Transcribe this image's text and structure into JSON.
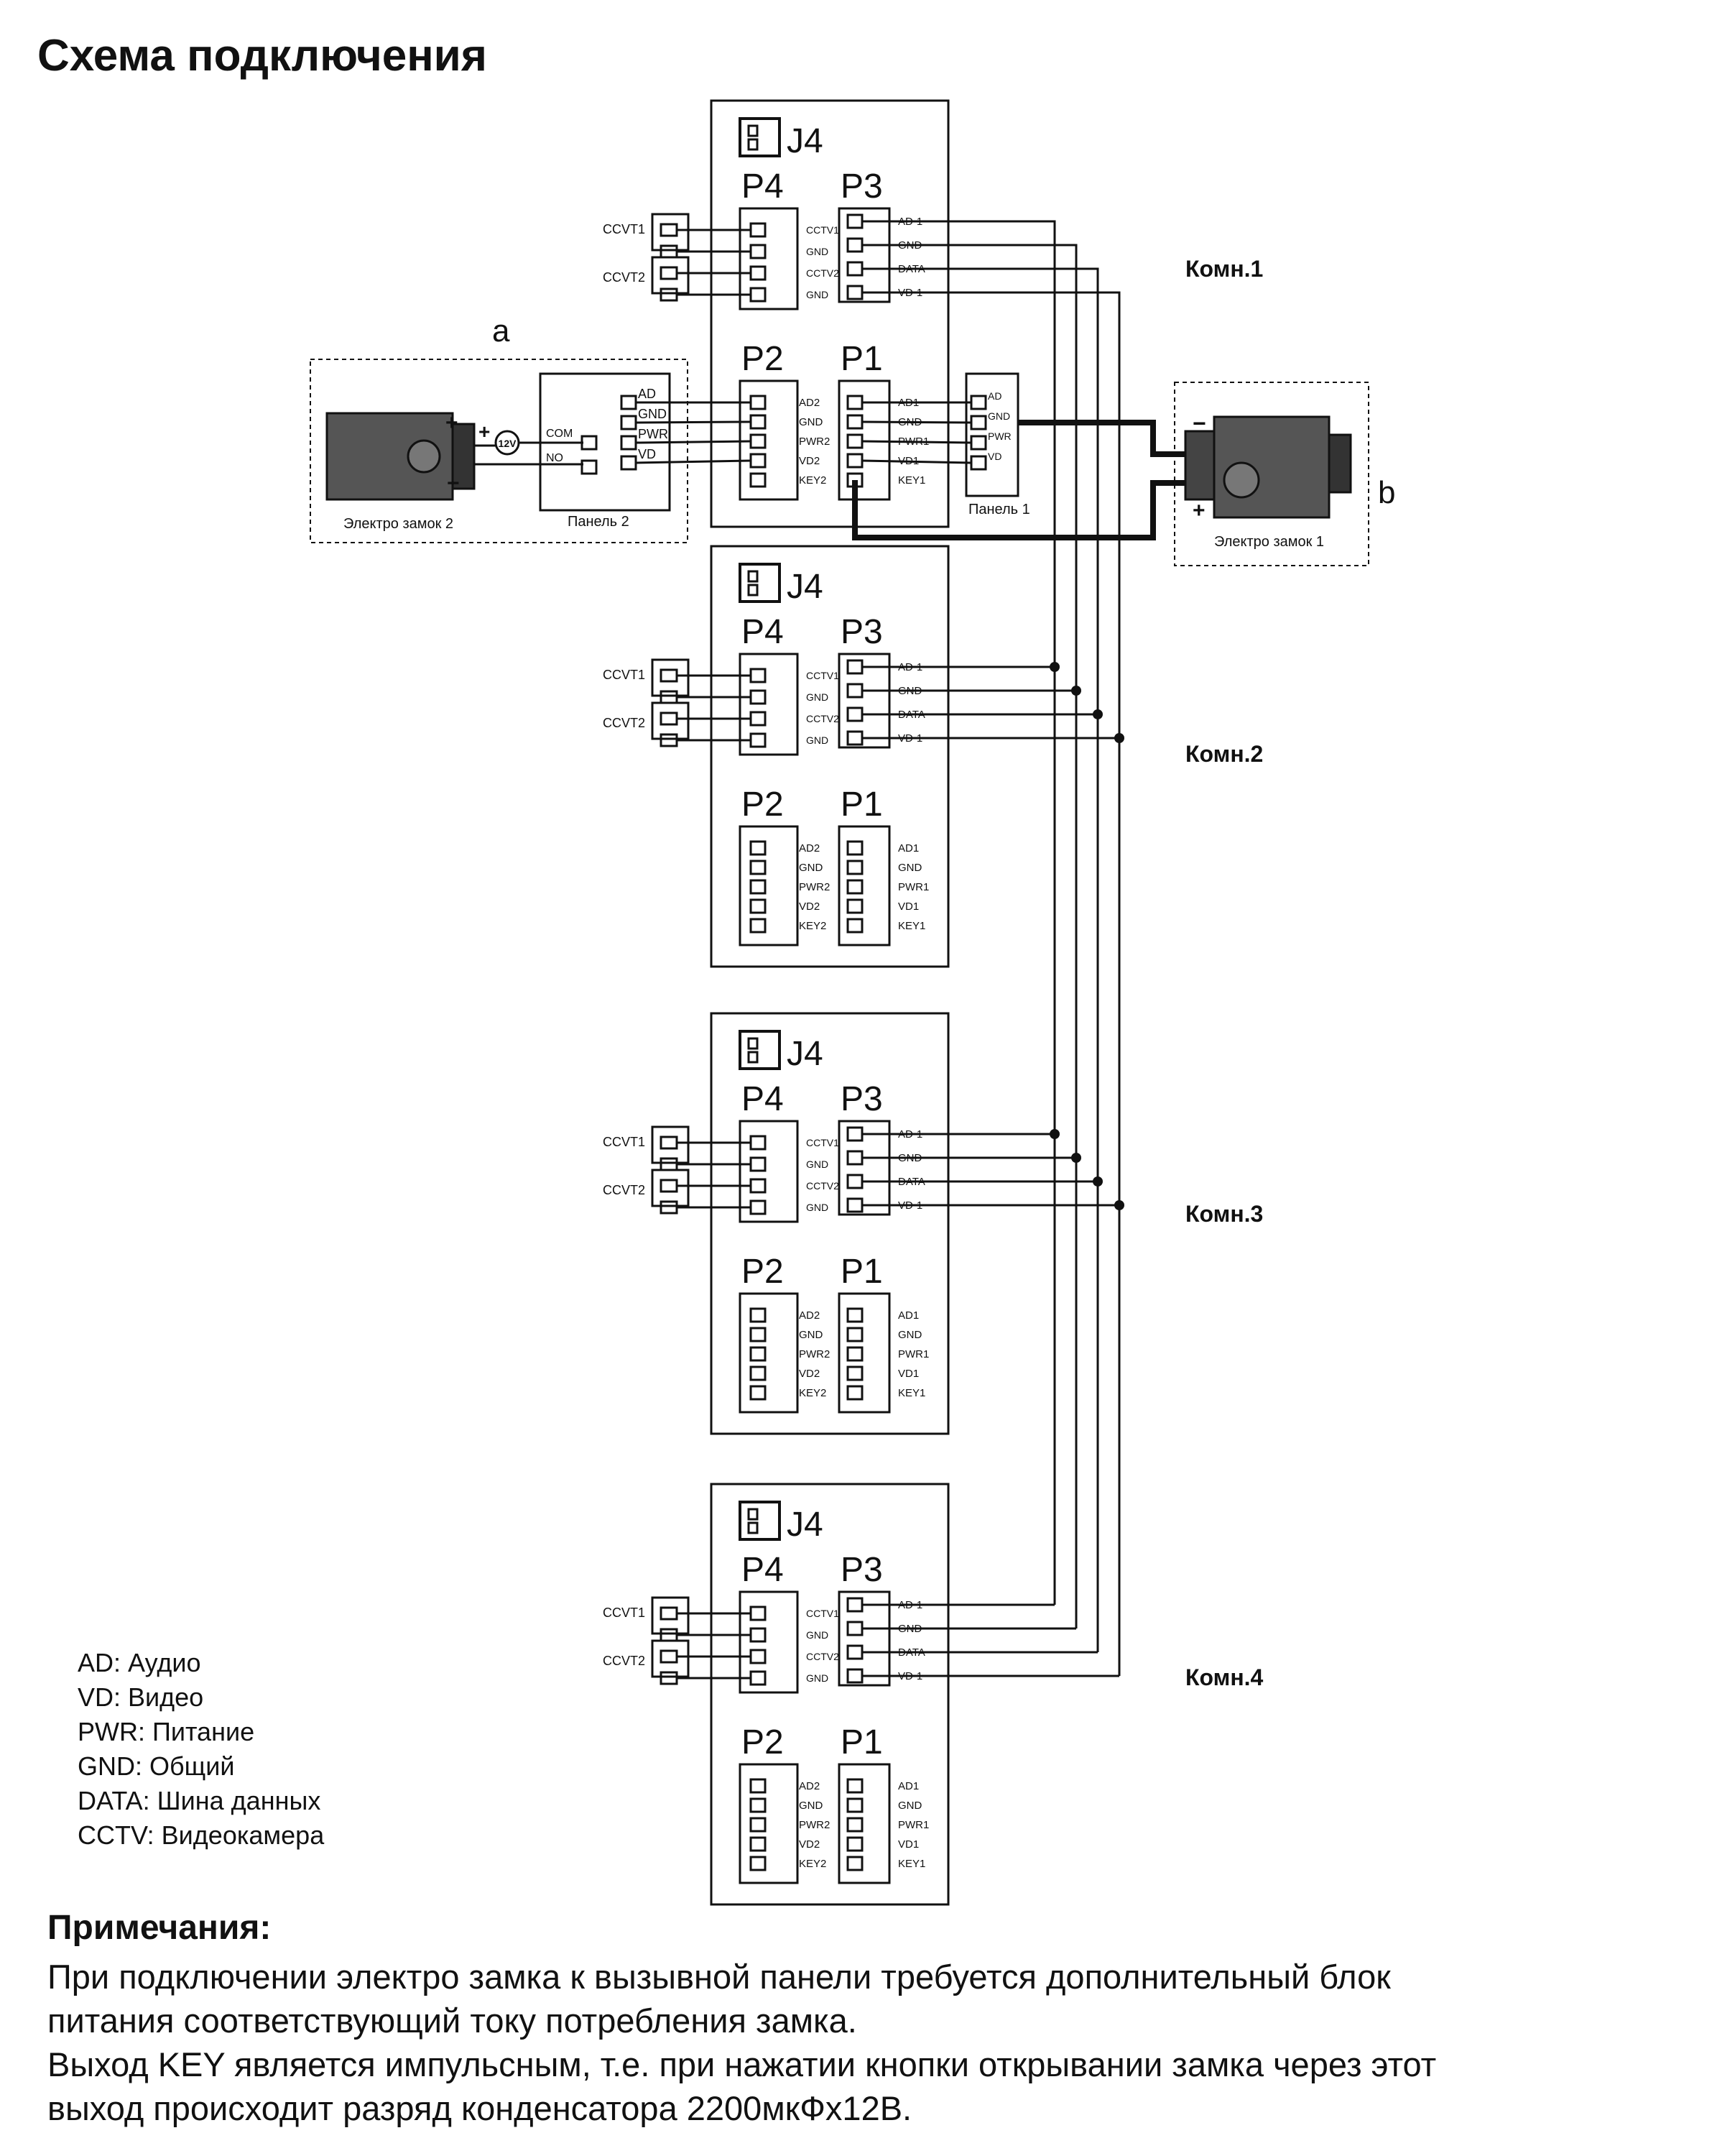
{
  "title": "Схема подключения",
  "units": [
    {
      "room": "Комн.1",
      "j": "J4",
      "p4": "P4",
      "p3": "P3",
      "p2": "P2",
      "p1": "P1",
      "p4_pins": [
        "CCTV1",
        "GND",
        "CCTV2",
        "GND"
      ],
      "p3_pins": [
        "AD-1",
        "GND",
        "DATA",
        "VD-1"
      ],
      "p2_pins": [
        "AD2",
        "GND",
        "PWR2",
        "VD2",
        "KEY2"
      ],
      "p1_pins": [
        "AD1",
        "GND",
        "PWR1",
        "VD1",
        "KEY1"
      ],
      "cameras": [
        "CCVT1",
        "CCVT2"
      ]
    },
    {
      "room": "Комн.2",
      "j": "J4",
      "p4": "P4",
      "p3": "P3",
      "p2": "P2",
      "p1": "P1",
      "p4_pins": [
        "CCTV1",
        "GND",
        "CCTV2",
        "GND"
      ],
      "p3_pins": [
        "AD-1",
        "GND",
        "DATA",
        "VD-1"
      ],
      "p2_pins": [
        "AD2",
        "GND",
        "PWR2",
        "VD2",
        "KEY2"
      ],
      "p1_pins": [
        "AD1",
        "GND",
        "PWR1",
        "VD1",
        "KEY1"
      ],
      "cameras": [
        "CCVT1",
        "CCVT2"
      ]
    },
    {
      "room": "Комн.3",
      "j": "J4",
      "p4": "P4",
      "p3": "P3",
      "p2": "P2",
      "p1": "P1",
      "p4_pins": [
        "CCTV1",
        "GND",
        "CCTV2",
        "GND"
      ],
      "p3_pins": [
        "AD-1",
        "GND",
        "DATA",
        "VD-1"
      ],
      "p2_pins": [
        "AD2",
        "GND",
        "PWR2",
        "VD2",
        "KEY2"
      ],
      "p1_pins": [
        "AD1",
        "GND",
        "PWR1",
        "VD1",
        "KEY1"
      ],
      "cameras": [
        "CCVT1",
        "CCVT2"
      ]
    },
    {
      "room": "Комн.4",
      "j": "J4",
      "p4": "P4",
      "p3": "P3",
      "p2": "P2",
      "p1": "P1",
      "p4_pins": [
        "CCTV1",
        "GND",
        "CCTV2",
        "GND"
      ],
      "p3_pins": [
        "AD-1",
        "GND",
        "DATA",
        "VD-1"
      ],
      "p2_pins": [
        "AD2",
        "GND",
        "PWR2",
        "VD2",
        "KEY2"
      ],
      "p1_pins": [
        "AD1",
        "GND",
        "PWR1",
        "VD1",
        "KEY1"
      ],
      "cameras": [
        "CCVT1",
        "CCVT2"
      ]
    }
  ],
  "group_a": {
    "label": "a",
    "lock": "Электро замок 2",
    "panel": "Панель 2",
    "panel_pins": [
      "AD",
      "GND",
      "PWR",
      "VD"
    ],
    "relay_pins": [
      "COM",
      "NO"
    ],
    "psu": "12V",
    "plus": "+",
    "minus": "−"
  },
  "group_b": {
    "label": "b",
    "lock": "Электро замок 1",
    "panel": "Панель 1",
    "panel_pins": [
      "AD",
      "GND",
      "PWR",
      "VD"
    ],
    "plus": "+",
    "minus": "−"
  },
  "legend": [
    "AD: Аудио",
    "VD: Видео",
    "PWR: Питание",
    "GND: Общий",
    "DATA: Шина данных",
    "CCTV: Видеокамера"
  ],
  "notes": {
    "title": "Примечания:",
    "lines": [
      "При подключении электро замка к вызывной панели требуется дополнительный блок",
      "питания соответствующий току потребления замка.",
      "Выход KEY является импульсным, т.е. при нажатии кнопки открывании замка через этот",
      "выход происходит разряд конденсатора 2200мкФх12В."
    ]
  }
}
